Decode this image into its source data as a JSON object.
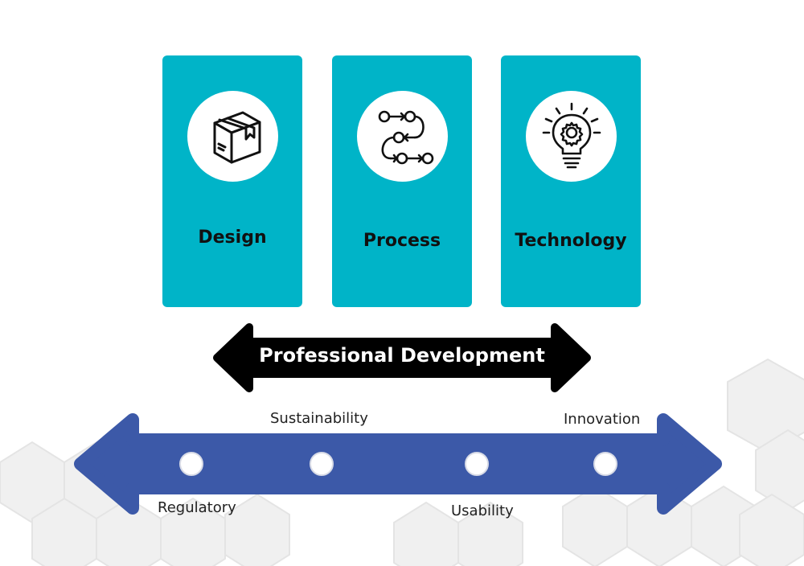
{
  "cards": [
    {
      "label": "Design",
      "icon": "package-box-icon"
    },
    {
      "label": "Process",
      "icon": "process-flow-icon"
    },
    {
      "label": "Technology",
      "icon": "lightbulb-gear-icon"
    }
  ],
  "center_arrow": {
    "label": "Professional Development"
  },
  "timeline": {
    "labels": {
      "sustainability": "Sustainability",
      "innovation": "Innovation",
      "regulatory": "Regulatory",
      "usability": "Usability"
    }
  },
  "colors": {
    "card": "#00b4c8",
    "timeline": "#3c59a8",
    "center_arrow": "#000000",
    "background_hex": "#eeeeee"
  }
}
